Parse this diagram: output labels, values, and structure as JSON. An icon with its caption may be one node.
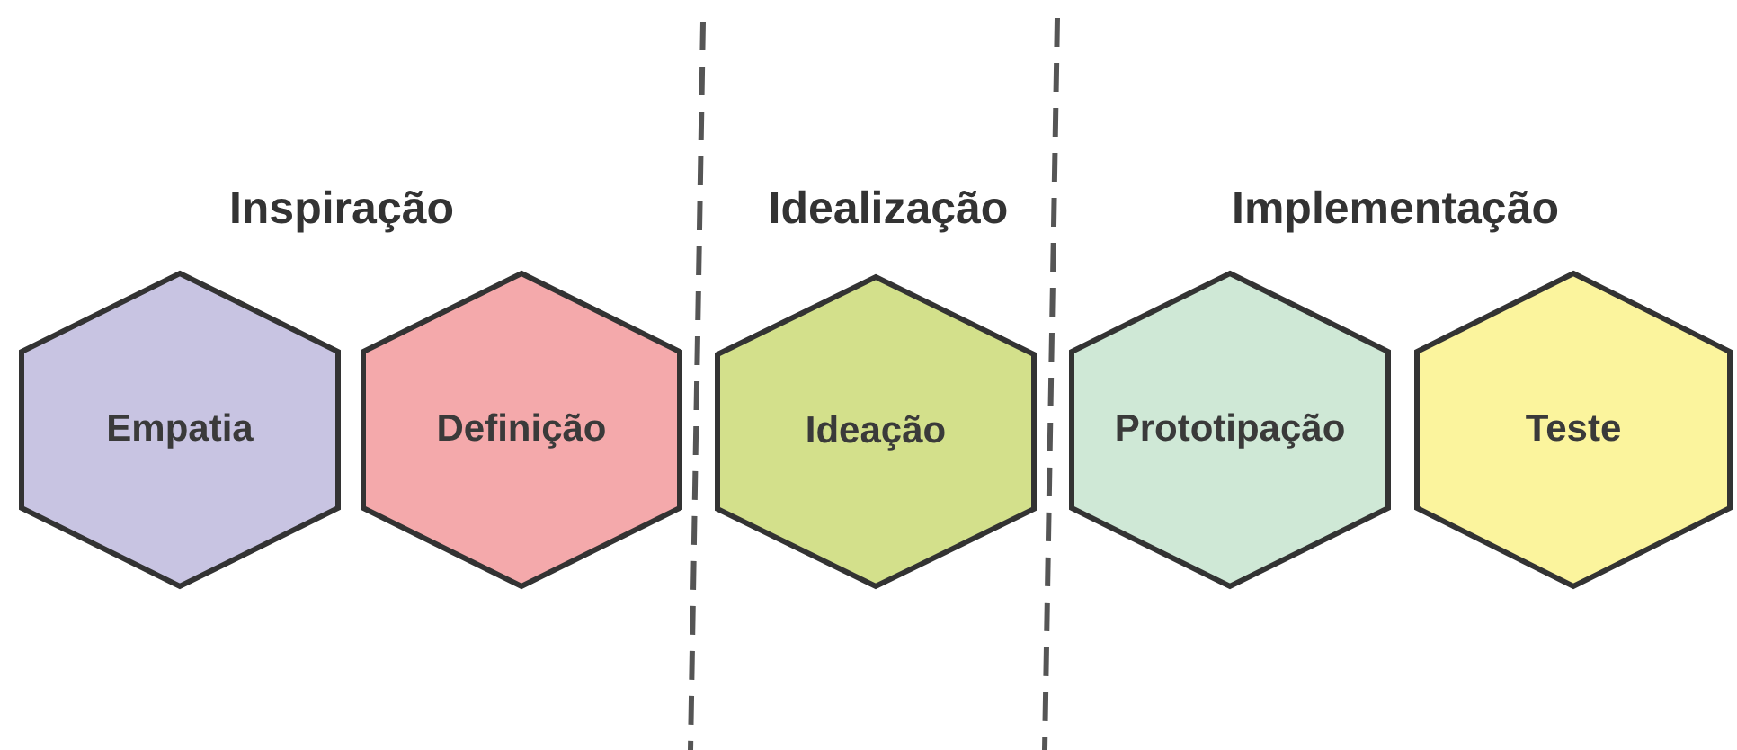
{
  "diagram": {
    "nodes": [
      {
        "text": [
          "Empatia"
        ]
      },
      {
        "text": [
          "Definição"
        ]
      },
      {
        "text": [
          "Ideação"
        ]
      },
      {
        "text": [
          "Prototipação"
        ]
      },
      {
        "text": [
          "Teste"
        ]
      }
    ],
    "labels": [
      "Inspiração",
      "Idealização",
      "Implementação"
    ]
  }
}
